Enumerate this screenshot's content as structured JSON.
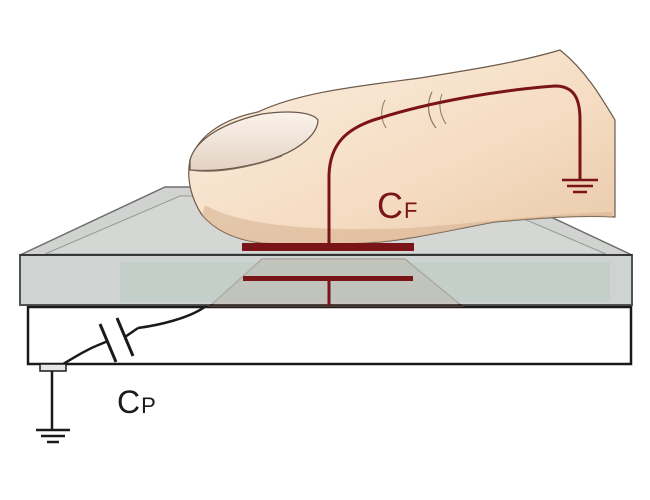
{
  "labels": {
    "finger_capacitance": {
      "main": "C",
      "sub": "F"
    },
    "parasitic_capacitance": {
      "main": "C",
      "sub": "P"
    }
  },
  "colors": {
    "wire": "#7a1418",
    "glass_top": "#c9ccca",
    "glass_front": "#b8bcbb",
    "sensor_pad": "#e8c6b3",
    "finger_skin": "#f5dfc8",
    "base": "#ffffff",
    "outline": "#1a1a1a"
  },
  "icons": [
    "ground-symbol-icon",
    "ground-symbol-icon",
    "capacitor-symbol-icon"
  ]
}
